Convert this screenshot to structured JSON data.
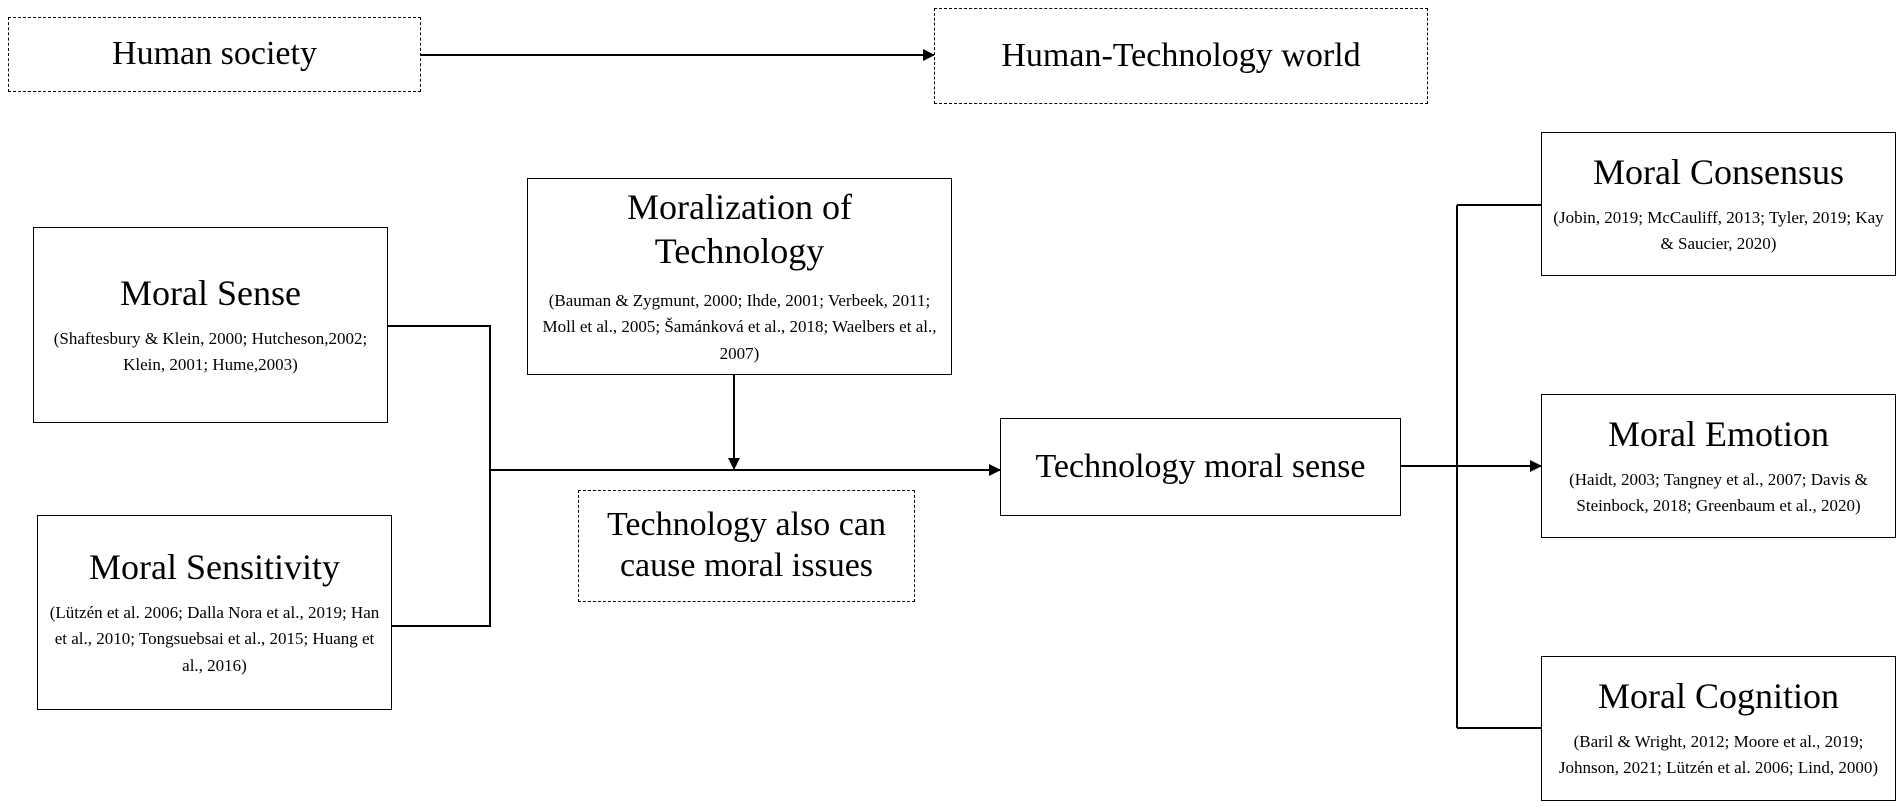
{
  "top": {
    "left_label": "Human society",
    "right_label": "Human-Technology world"
  },
  "moral_sense": {
    "title": "Moral Sense",
    "citation": "(Shaftesbury & Klein, 2000; Hutcheson,2002; Klein, 2001; Hume,2003)"
  },
  "moral_sensitivity": {
    "title": "Moral Sensitivity",
    "citation": "(Lützén et al. 2006; Dalla Nora et al., 2019; Han et al., 2010; Tongsuebsai et al., 2015; Huang et al., 2016)"
  },
  "moralization": {
    "title": "Moralization of Technology",
    "citation": "(Bauman & Zygmunt, 2000; Ihde, 2001; Verbeek, 2011; Moll et al., 2005; Šamánková et al., 2018; Waelbers et al., 2007)"
  },
  "issues": {
    "label": "Technology also can cause moral issues"
  },
  "center": {
    "label": "Technology moral sense"
  },
  "moral_consensus": {
    "title": "Moral Consensus",
    "citation": "(Jobin, 2019; McCauliff, 2013; Tyler, 2019; Kay & Saucier, 2020)"
  },
  "moral_emotion": {
    "title": "Moral Emotion",
    "citation": "(Haidt, 2003; Tangney et al., 2007; Davis & Steinbock, 2018; Greenbaum et al., 2020)"
  },
  "moral_cognition": {
    "title": "Moral Cognition",
    "citation": "(Baril & Wright, 2012; Moore et al., 2019; Johnson, 2021; Lützén et al. 2006; Lind, 2000)"
  }
}
